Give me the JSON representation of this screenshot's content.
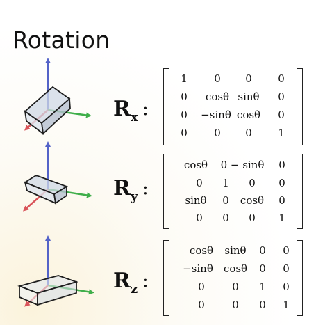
{
  "title": "Rotation",
  "rows": [
    {
      "label": "R",
      "sub": "x",
      "colon": ":",
      "matrix": [
        [
          "1",
          "0",
          "0",
          "0"
        ],
        [
          "0",
          "cosθ",
          "sinθ",
          "0"
        ],
        [
          "0",
          "−sinθ",
          "cosθ",
          "0"
        ],
        [
          "0",
          "0",
          "0",
          "1"
        ]
      ]
    },
    {
      "label": "R",
      "sub": "y",
      "colon": ":",
      "matrix": [
        [
          "cosθ",
          "0 − sinθ",
          "0"
        ],
        [
          "0",
          "1",
          "0",
          "0"
        ],
        [
          "sinθ",
          "0",
          "cosθ",
          "0"
        ],
        [
          "0",
          "0",
          "0",
          "1"
        ]
      ]
    },
    {
      "label": "R",
      "sub": "z",
      "colon": ":",
      "matrix": [
        [
          "cosθ",
          "sinθ",
          "0",
          "0"
        ],
        [
          "−sinθ",
          "cosθ",
          "0",
          "0"
        ],
        [
          "0",
          "0",
          "1",
          "0"
        ],
        [
          "0",
          "0",
          "0",
          "1"
        ]
      ]
    }
  ],
  "colors": {
    "x_axis": "#3fae4a",
    "y_axis": "#5463c8",
    "z_axis": "#d9545a",
    "box_fill": "#cfd8e6",
    "box_stroke": "#1e1e1e"
  }
}
